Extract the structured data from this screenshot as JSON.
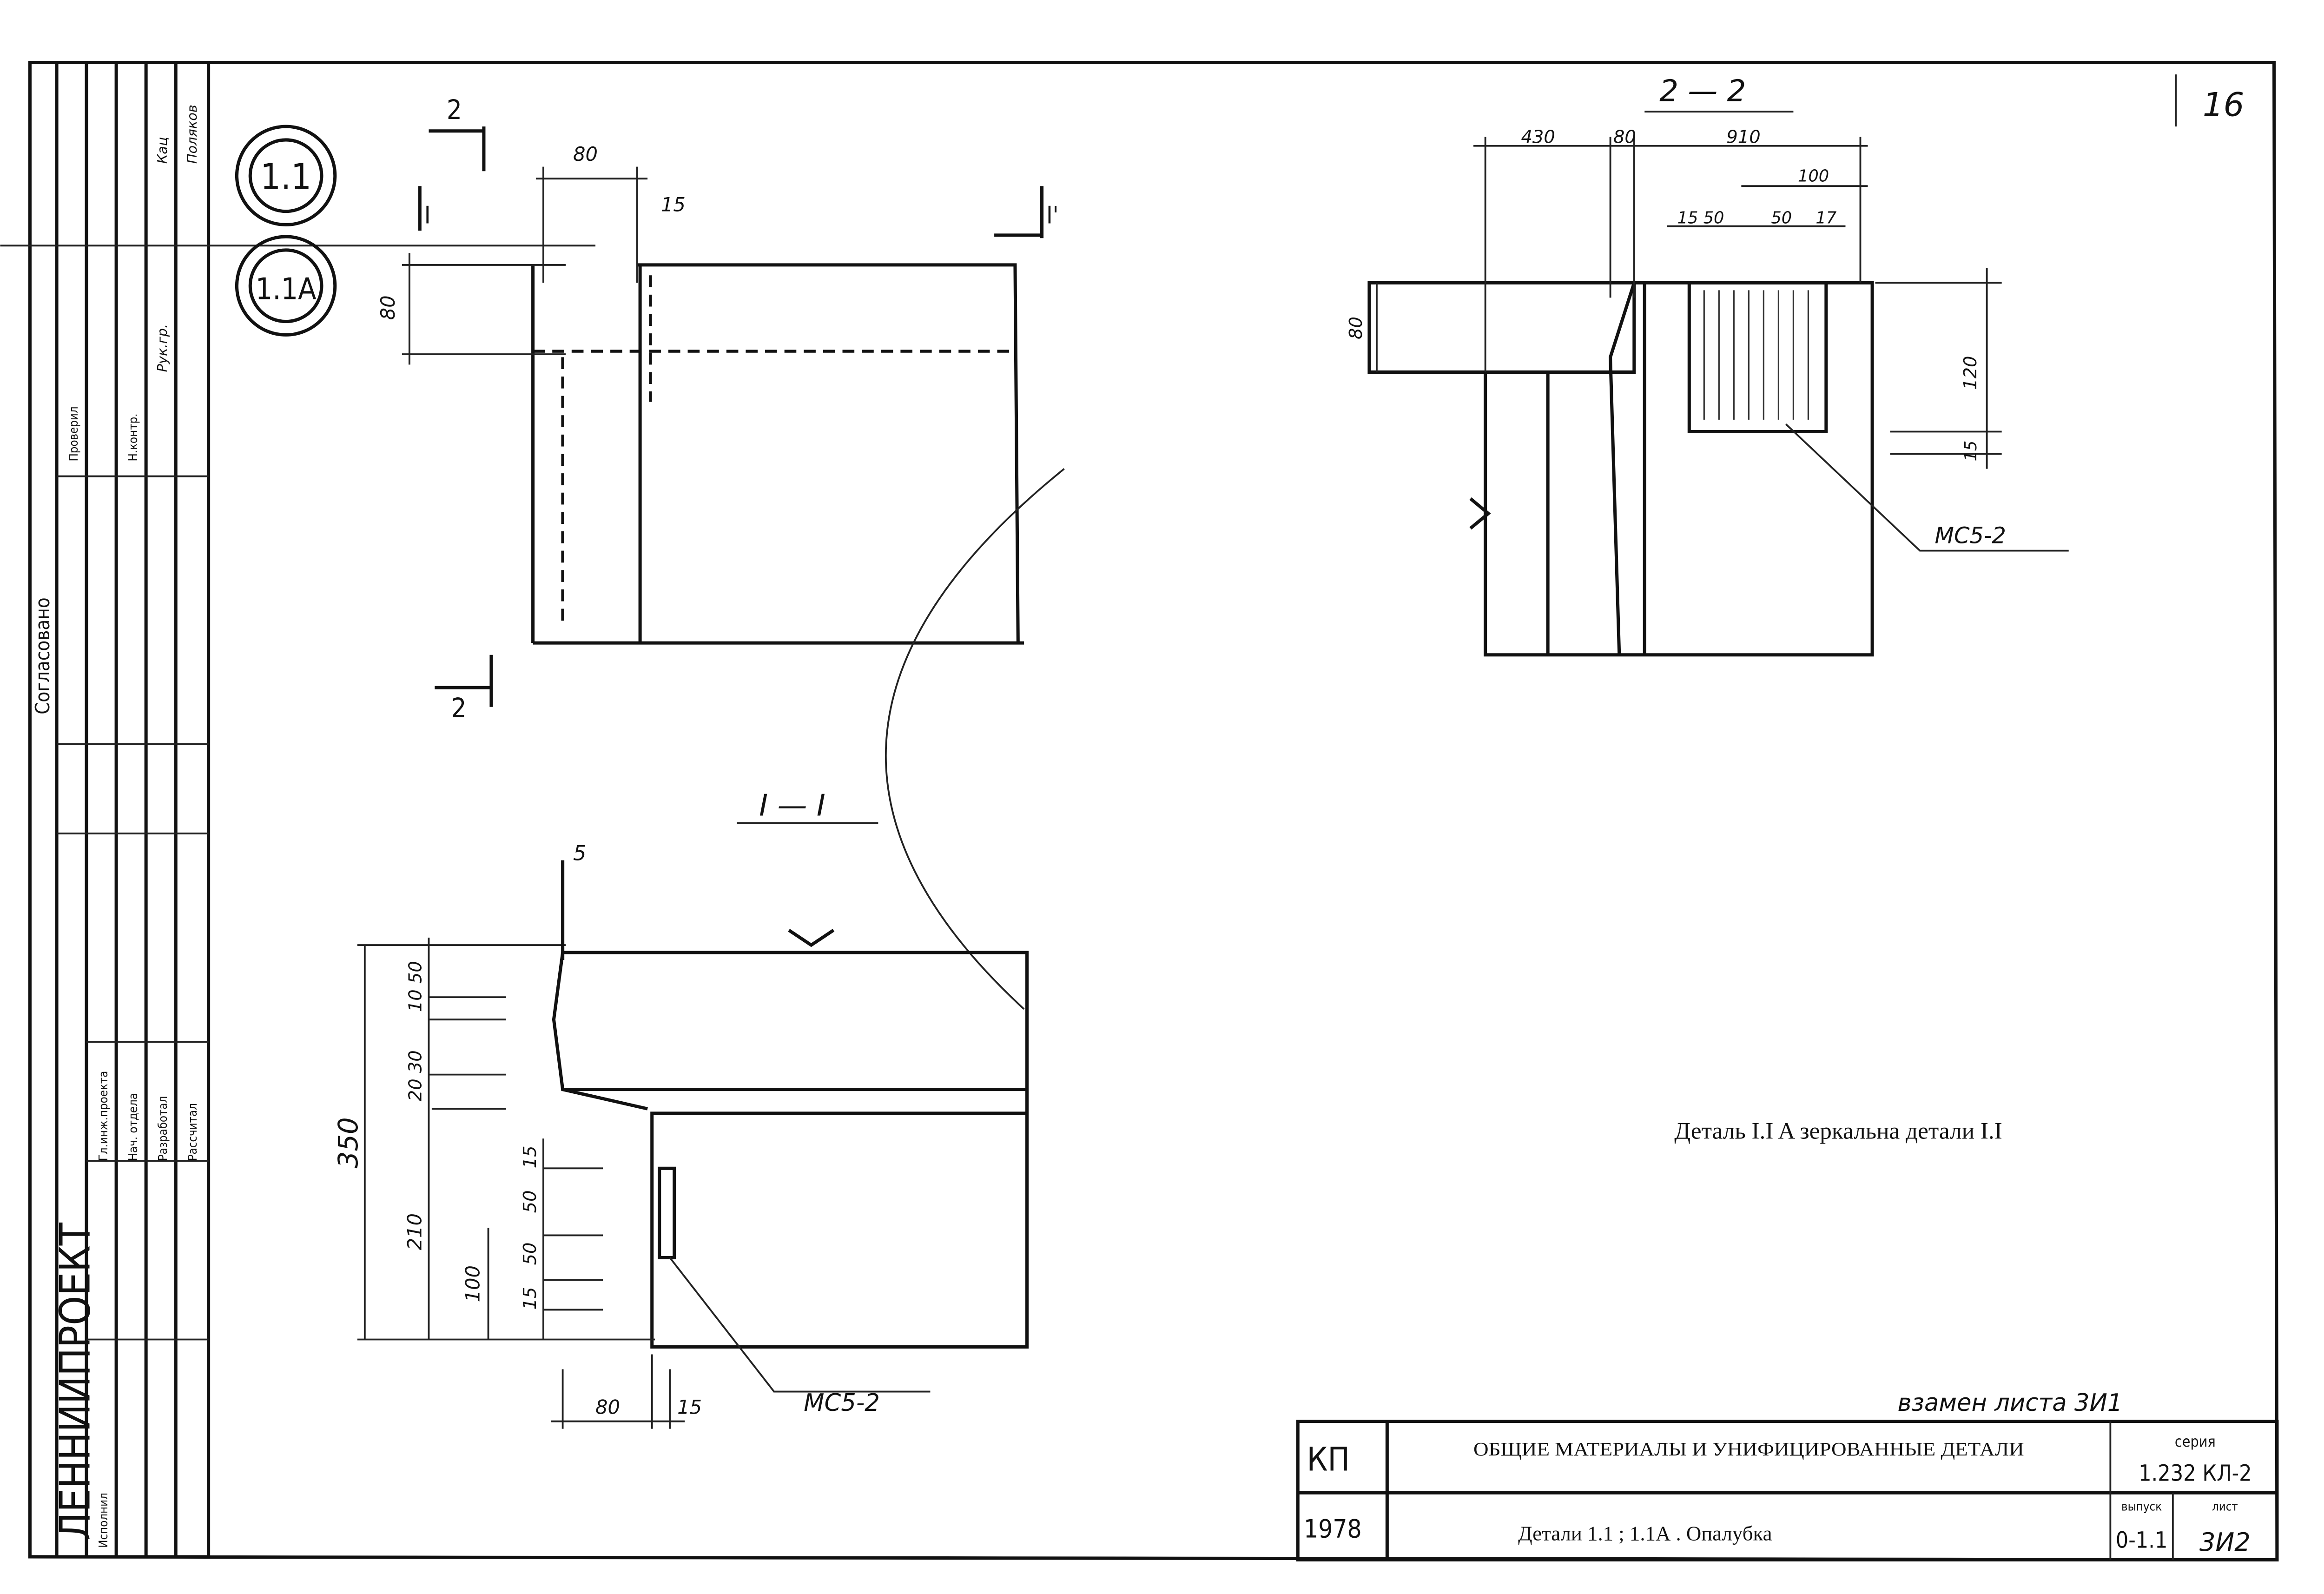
{
  "sheet_number": "16",
  "markers": {
    "detail_1": "1.1",
    "detail_1a": "1.1A"
  },
  "stamp": {
    "org": "ЛЕННИИПРОЕКТ",
    "agreed": "Согласовано",
    "rows": [
      "Гл.инж.проекта",
      "Нач. отдела",
      "Разработал",
      "Рассчитал",
      "Исполнил",
      "Проверил",
      "Н.контр."
    ],
    "names": [
      "Рук.гр.",
      "Кац",
      "Поляков"
    ]
  },
  "view_top_left": {
    "section_mark_top": "2",
    "section_mark_bottom": "2",
    "cut_left": "I",
    "cut_right": "I'",
    "dims": {
      "width_top": "80",
      "gap": "15",
      "height_left": "80"
    }
  },
  "view_section_2_2": {
    "title": "2 — 2",
    "dims": {
      "d430": "430",
      "d80": "80",
      "d910": "910",
      "d100": "100",
      "d15_50": "15 50",
      "d50": "50",
      "d17": "17",
      "h80": "80",
      "h120": "120",
      "h15": "15"
    },
    "callout": "MC5-2"
  },
  "view_section_1_1": {
    "title": "I — I",
    "dims": {
      "total": "350",
      "d210": "210",
      "d100": "100",
      "d10_50": "10 50",
      "d20_30": "20 30",
      "d15a": "15",
      "d50a": "50",
      "d50b": "50",
      "d15b": "15",
      "bottom80": "80",
      "bottom15": "15",
      "top5": "5"
    },
    "callout": "MC5-2"
  },
  "note": "Деталь I.I A зеркальна детали I.I",
  "replaces": "взамен листа 3И1",
  "title_block": {
    "org_code": "КП",
    "year": "1978",
    "title": "ОБЩИЕ МАТЕРИАЛЫ И УНИФИЦИРОВАННЫЕ ДЕТАЛИ",
    "subtitle": "Детали 1.1 ; 1.1А . Опалубка",
    "series_label": "серия",
    "series": "1.232 КЛ-2",
    "issue_label": "выпуск",
    "issue": "0-1.1",
    "sheet_label": "лист",
    "sheet": "3И2"
  }
}
